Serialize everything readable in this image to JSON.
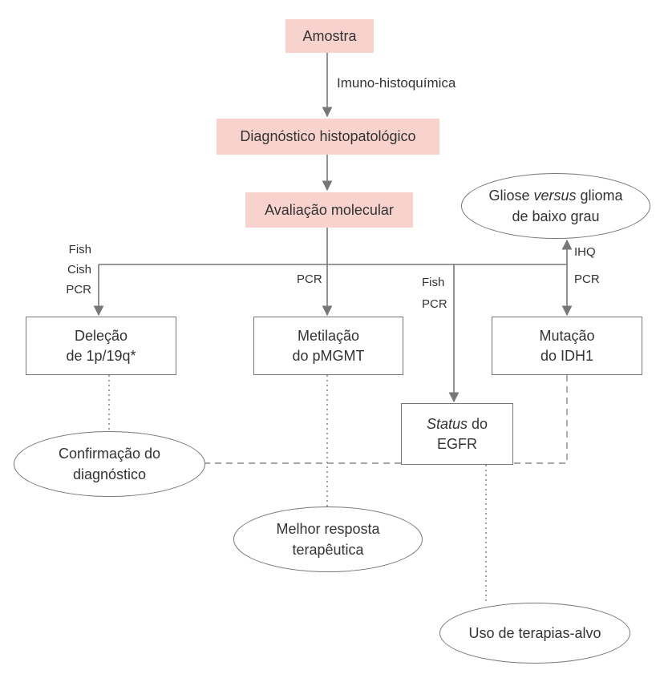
{
  "nodes": {
    "amostra": "Amostra",
    "diagnostico": "Diagnóstico histopatológico",
    "avaliacao": "Avaliação molecular",
    "delecao": [
      "Deleção",
      "de 1p/19q*"
    ],
    "metilacao": [
      "Metilação",
      "do pMGMT"
    ],
    "status_egfr": {
      "italic": "Status",
      "rest": " do",
      "line2": "EGFR"
    },
    "mutacao": [
      "Mutação",
      "do IDH1"
    ],
    "gliose": {
      "pre": "Gliose ",
      "italic": "versus",
      "post": " glioma",
      "line2": "de baixo grau"
    },
    "confirmacao": [
      "Confirmação do",
      "diagnóstico"
    ],
    "melhor_resposta": [
      "Melhor resposta",
      "terapêutica"
    ],
    "uso_terapias": "Uso de terapias-alvo"
  },
  "labels": {
    "imuno": "Imuno-histoquímica",
    "left_methods": [
      "Fish",
      "Cish",
      "PCR"
    ],
    "center_method": "PCR",
    "egfr_methods": [
      "Fish",
      "PCR"
    ],
    "ihq": "IHQ",
    "idh_pcr": "PCR"
  },
  "colors": {
    "accent_box": "#f8d3cd",
    "line": "#777777",
    "text": "#333333"
  }
}
